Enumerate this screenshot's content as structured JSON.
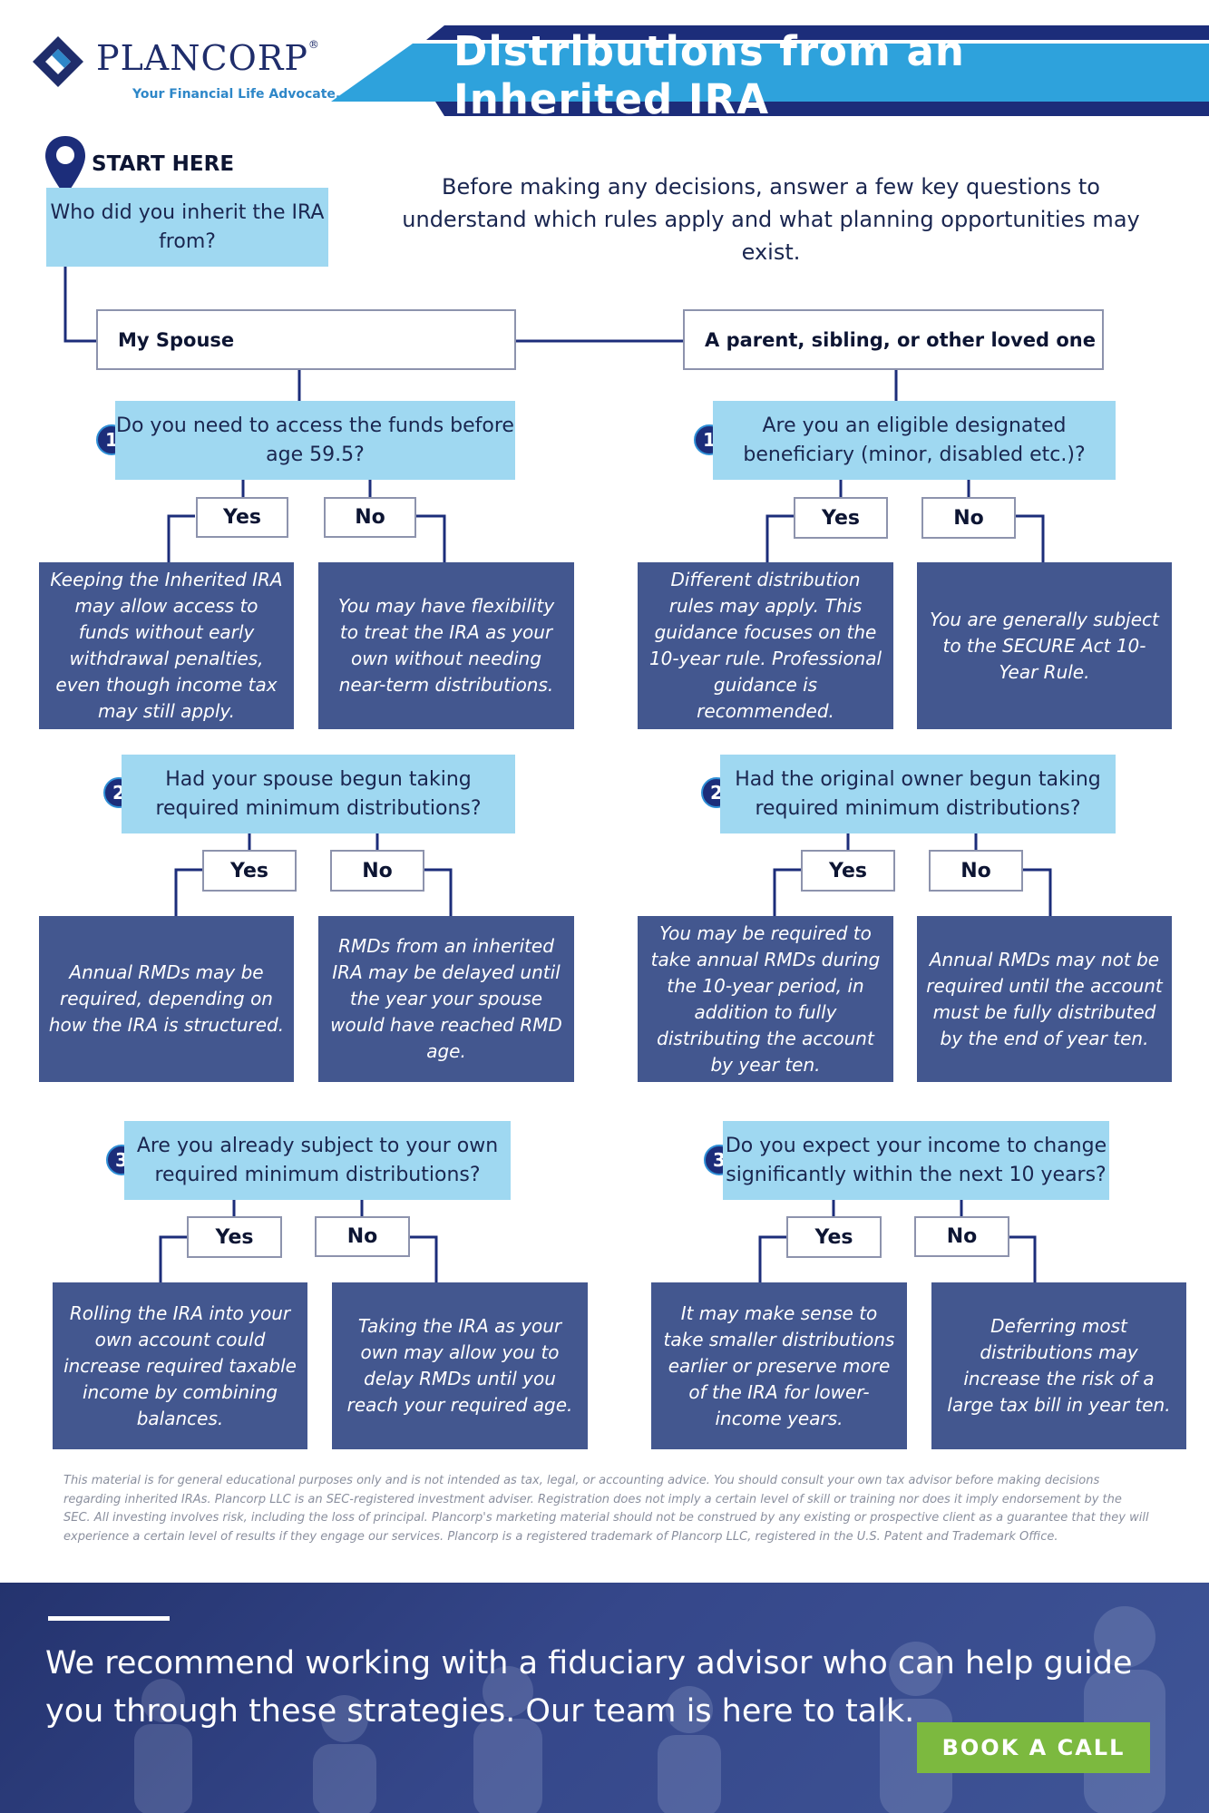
{
  "header": {
    "brand_name": "PLANCORP",
    "brand_reg": "®",
    "brand_tagline": "Your Financial Life Advocate.",
    "title": "Distributions from an Inherited IRA"
  },
  "start": {
    "label": "START HERE",
    "question": "Who did you inherit the IRA from?",
    "intro": "Before making any decisions, answer a few key questions to understand which rules apply and what planning opportunities may exist."
  },
  "branches": {
    "spouse": "My Spouse",
    "other": "A parent, sibling, or other loved one"
  },
  "yes_label": "Yes",
  "no_label": "No",
  "left": {
    "q1": {
      "num": "1",
      "text": "Do you need to access the funds before age 59.5?",
      "yes": "Keeping the Inherited IRA may allow access to funds without early withdrawal penalties, even though income tax may still apply.",
      "no": "You may have flexibility to treat the IRA as your own without needing near-term distributions."
    },
    "q2": {
      "num": "2",
      "text": "Had your spouse begun taking required minimum distributions?",
      "yes": "Annual RMDs may be required, depending on how the IRA is structured.",
      "no": "RMDs from an inherited IRA may be delayed until the year your spouse would have reached RMD age."
    },
    "q3": {
      "num": "3",
      "text": "Are you already subject to your own required minimum distributions?",
      "yes": "Rolling the IRA into your own account could increase required taxable income by combining balances.",
      "no": "Taking the IRA as your own may allow you to delay RMDs until you reach your required age."
    }
  },
  "right": {
    "q1": {
      "num": "1",
      "text": "Are you an eligible designated beneficiary (minor, disabled etc.)?",
      "yes": "Different distribution rules may apply. This guidance focuses on the 10-year rule. Professional guidance is recommended.",
      "no": "You are generally subject to the SECURE Act 10-Year Rule."
    },
    "q2": {
      "num": "2",
      "text": "Had the original owner begun taking required minimum distributions?",
      "yes": "You may be required to take annual RMDs during the 10-year period, in addition to fully distributing the account by year ten.",
      "no": "Annual RMDs may not be required until the account must be fully distributed by the end of year ten."
    },
    "q3": {
      "num": "3",
      "text": "Do you expect your income to change significantly within the next 10 years?",
      "yes": "It may make sense to take smaller distributions earlier or preserve more of the IRA for lower-income years.",
      "no": "Deferring most distributions may increase the risk of a large tax bill in year ten."
    }
  },
  "disclaimer": "This material is for general educational purposes only and is not intended as tax, legal, or accounting advice. You should consult your own tax advisor before making decisions regarding inherited IRAs. Plancorp LLC is an SEC-registered investment adviser. Registration does not imply a certain level of skill or training nor does it imply endorsement by the SEC. All investing involves risk, including the loss of principal. Plancorp's marketing material should not be construed by any existing or prospective client as a guarantee that they will experience a certain level of results if they engage our services. Plancorp is a registered trademark of Plancorp LLC, registered in the U.S. Patent and Trademark Office.",
  "footer": {
    "text": "We recommend working with a fiduciary advisor who can help guide you through these strategies. Our team is here to talk.",
    "cta": "BOOK A CALL"
  },
  "colors": {
    "navy": "#1c2d7a",
    "light_blue": "#9fd8f1",
    "answer_blue": "#43578f",
    "cta_green": "#7cb93f",
    "banner_blue": "#2ea2dc"
  }
}
